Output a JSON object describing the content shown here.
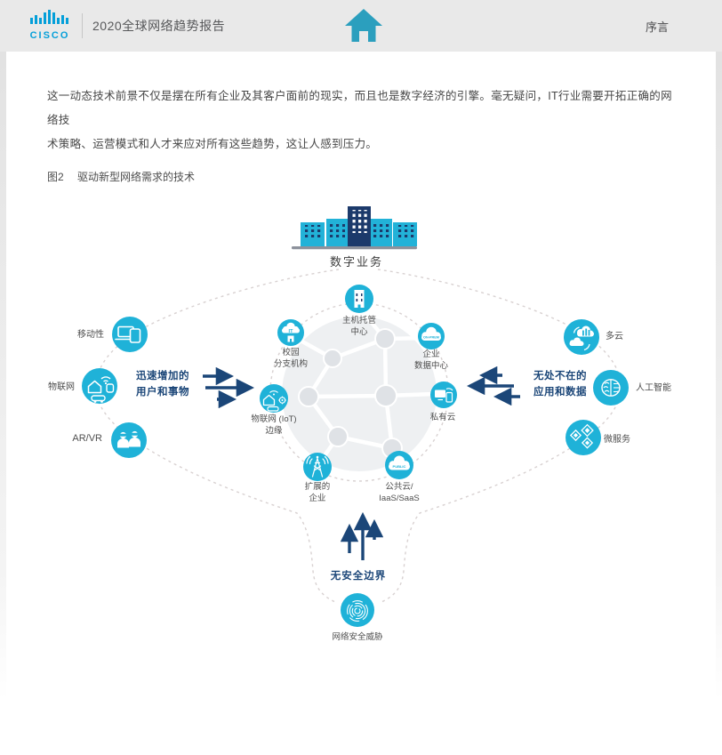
{
  "header": {
    "brand": "CISCO",
    "doc_title": "2020全球网络趋势报告",
    "nav_link": "序言",
    "icons": {
      "logo": "cisco-logo",
      "home": "home-icon"
    }
  },
  "intro_paragraph": {
    "lines": [
      "这一动态技术前景不仅是摆在所有企业及其客户面前的现实，而且也是数字经济的引擎。毫无疑问，IT行业需要开拓正确的网络技",
      "术策略、运营模式和人才来应对所有这些趋势，这让人感到压力。"
    ]
  },
  "figure": {
    "caption_label": "图2",
    "caption_text": "驱动新型网络需求的技术",
    "top_node": {
      "label": "数字业务",
      "icon": "buildings-icon"
    },
    "left_drivers": {
      "items": [
        {
          "label": "移动性",
          "icon": "mobility-devices-icon"
        },
        {
          "label": "物联网",
          "icon": "iot-things-icon"
        },
        {
          "label": "AR/VR",
          "icon": "arvr-headset-icon"
        }
      ],
      "flow_text_line1": "迅速增加的",
      "flow_text_line2": "用户和事物",
      "arrow_direction": "right"
    },
    "right_drivers": {
      "items": [
        {
          "label": "多云",
          "icon": "multicloud-icon"
        },
        {
          "label": "人工智能",
          "icon": "ai-brain-icon"
        },
        {
          "label": "微服务",
          "icon": "microservices-icon"
        }
      ],
      "flow_text_line1": "无处不在的",
      "flow_text_line2": "应用和数据",
      "arrow_direction": "left"
    },
    "core_ring": {
      "nodes": [
        {
          "id": "colocation",
          "line1": "主机托管",
          "line2": "中心",
          "icon": "colocation-building-icon"
        },
        {
          "id": "campus",
          "line1": "校园",
          "line2": "分支机构",
          "icon": "campus-cloud-icon",
          "icon_text": "IT"
        },
        {
          "id": "enterprise_dc",
          "line1": "企业",
          "line2": "数据中心",
          "icon": "onprem-cloud-icon",
          "icon_text": "ON-PREM"
        },
        {
          "id": "iot_edge",
          "line1": "物联网 (IoT)",
          "line2": "边缘",
          "icon": "iot-edge-icon"
        },
        {
          "id": "private_cloud",
          "line1": "私有云",
          "line2": "",
          "icon": "private-cloud-icon"
        },
        {
          "id": "extended_enterprise",
          "line1": "扩展的",
          "line2": "企业",
          "icon": "radio-tower-icon"
        },
        {
          "id": "public_cloud",
          "line1": "公共云/",
          "line2": "IaaS/SaaS",
          "icon": "public-cloud-icon",
          "icon_text": "PUBLIC"
        }
      ]
    },
    "bottom": {
      "flow_text": "无安全边界",
      "threat_label": "网络安全威胁",
      "icon": "fingerprint-icon",
      "arrow_direction": "up"
    },
    "colors": {
      "teal": "#1fb2d8",
      "navy": "#1b4678",
      "dark_building": "#1c3a6b",
      "dashed_line": "#d8d1d1",
      "globe": "#eef0f2"
    }
  }
}
